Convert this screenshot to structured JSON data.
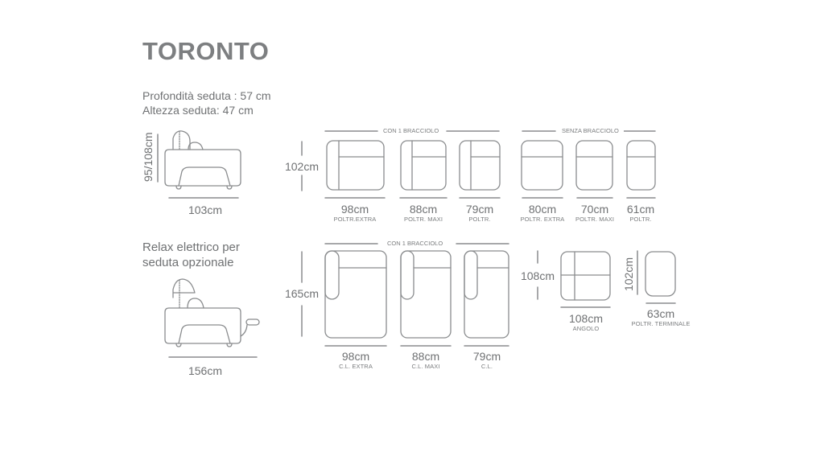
{
  "title": "TORONTO",
  "specs": {
    "seat_depth": "Profondità seduta : 57 cm",
    "seat_height": "Altezza seduta: 47 cm"
  },
  "relax_note": {
    "line1": "Relax elettrico per",
    "line2": "seduta opzionale"
  },
  "side_view": {
    "height": "95/108cm",
    "width": "103cm"
  },
  "side_view_relax": {
    "width": "156cm"
  },
  "row1": {
    "depth": "102cm",
    "group_with_arm": "CON 1 BRACCIOLO",
    "group_no_arm": "SENZA BRACCIOLO",
    "modules": [
      {
        "width": "98cm",
        "name": "POLTR.EXTRA"
      },
      {
        "width": "88cm",
        "name": "POLTR. MAXI"
      },
      {
        "width": "79cm",
        "name": "POLTR."
      },
      {
        "width": "80cm",
        "name": "POLTR. EXTRA"
      },
      {
        "width": "70cm",
        "name": "POLTR. MAXI"
      },
      {
        "width": "61cm",
        "name": "POLTR."
      }
    ]
  },
  "row2": {
    "depth": "165cm",
    "group_with_arm": "CON 1 BRACCIOLO",
    "modules": [
      {
        "width": "98cm",
        "name": "C.L. EXTRA"
      },
      {
        "width": "88cm",
        "name": "C.L. MAXI"
      },
      {
        "width": "79cm",
        "name": "C.L."
      }
    ],
    "corner": {
      "depth": "108cm",
      "width": "108cm",
      "name": "ANGOLO"
    },
    "terminal": {
      "depth": "102cm",
      "width": "63cm",
      "name": "POLTR. TERMINALE"
    }
  },
  "colors": {
    "line": "#8a8c8e",
    "text": "#6f7173",
    "title": "#7d7f81"
  }
}
